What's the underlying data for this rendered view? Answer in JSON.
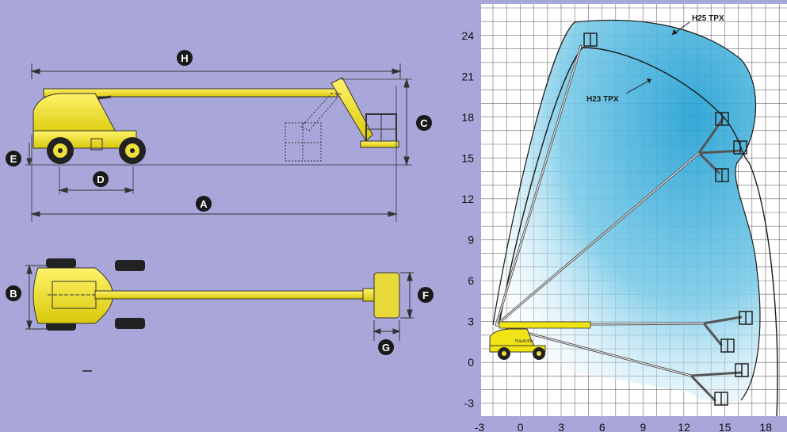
{
  "dimension_labels": {
    "a": "A",
    "b": "B",
    "c": "C",
    "d": "D",
    "e": "E",
    "f": "F",
    "g": "G",
    "h": "H"
  },
  "chart": {
    "curve_labels": {
      "h25": "H25 TPX",
      "h23": "H23 TPX"
    },
    "y_ticks": [
      "24",
      "21",
      "18",
      "15",
      "12",
      "9",
      "6",
      "3",
      "0",
      "-3"
    ],
    "x_ticks": [
      "-3",
      "0",
      "3",
      "6",
      "9",
      "12",
      "15",
      "18"
    ]
  },
  "colors": {
    "background": "#a9a6d9",
    "machine_yellow": "#f0e416",
    "envelope_blue": "#2aa6d6",
    "grid": "#6a6a6a"
  },
  "machine_badge": "Haulotte"
}
